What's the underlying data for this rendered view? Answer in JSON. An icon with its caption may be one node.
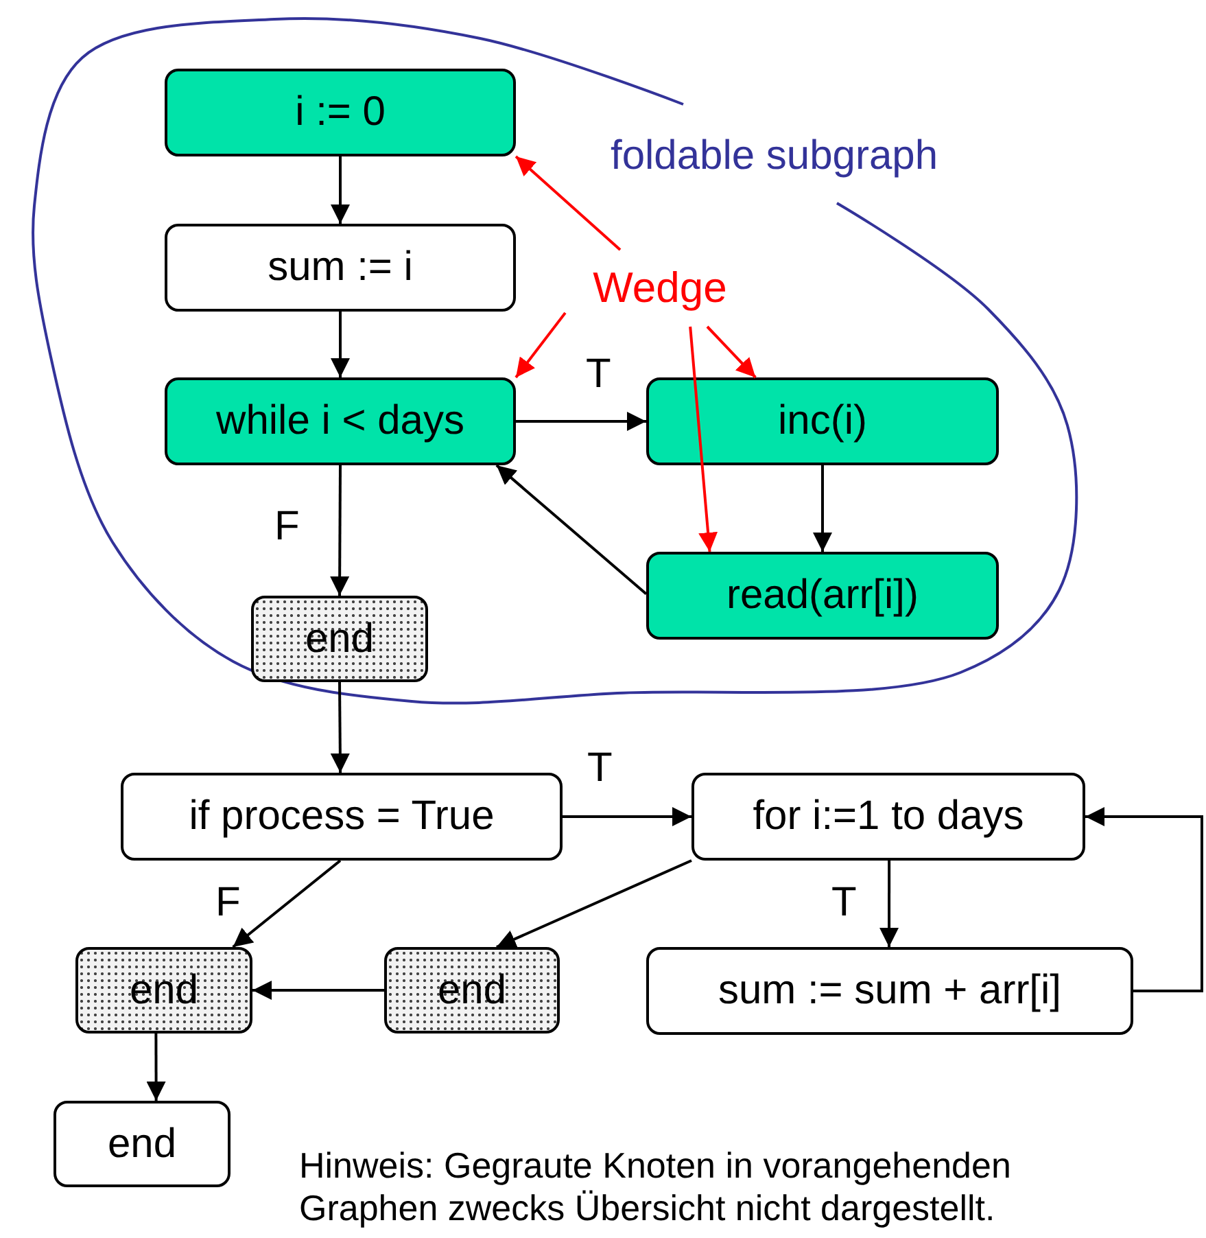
{
  "diagram": {
    "nodes": [
      {
        "text": [
          "foldable subgraph"
        ]
      },
      {
        "text": [
          "i := 0"
        ],
        "in": 0
      },
      {
        "text": [
          "sum := i"
        ],
        "in": 0
      },
      {
        "text": [
          "while i < days"
        ],
        "in": 0
      },
      {
        "text": [
          "inc(i)"
        ],
        "in": 0
      },
      {
        "text": [
          "read(arr[i])"
        ],
        "in": 0
      },
      {
        "text": [
          "end"
        ],
        "in": 0
      },
      {
        "text": [
          "Wedge"
        ],
        "in": 0
      },
      {
        "text": [
          "if process = True"
        ]
      },
      {
        "text": [
          "for i:=1 to days"
        ]
      },
      {
        "text": [
          "end"
        ]
      },
      {
        "text": [
          "end"
        ]
      },
      {
        "text": [
          "sum := sum + arr[i]"
        ]
      },
      {
        "text": [
          "end"
        ]
      }
    ],
    "edges": [
      {
        "from": 1,
        "to": 2,
        "arrow": "to"
      },
      {
        "from": 2,
        "to": 3,
        "arrow": "to"
      },
      {
        "from": 3,
        "to": 4,
        "arrow": "to",
        "label": "T"
      },
      {
        "from": 4,
        "to": 5,
        "arrow": "to"
      },
      {
        "from": 5,
        "to": 3,
        "arrow": "to"
      },
      {
        "from": 3,
        "to": 6,
        "arrow": "to",
        "label": "F"
      },
      {
        "from": 6,
        "to": 8,
        "arrow": "to"
      },
      {
        "from": 8,
        "to": 9,
        "arrow": "to",
        "label": "T"
      },
      {
        "from": 8,
        "to": 11,
        "arrow": "to",
        "label": "F"
      },
      {
        "from": 9,
        "to": 10,
        "arrow": "to"
      },
      {
        "from": 10,
        "to": 11,
        "arrow": "to"
      },
      {
        "from": 9,
        "to": 12,
        "arrow": "to",
        "label": "T"
      },
      {
        "from": 12,
        "to": 9,
        "arrow": "to"
      },
      {
        "from": 11,
        "to": 13,
        "arrow": "to"
      },
      {
        "from": 7,
        "to": 1,
        "arrow": "to",
        "color": "#ff0000"
      },
      {
        "from": 7,
        "to": 3,
        "arrow": "to",
        "color": "#ff0000"
      },
      {
        "from": 7,
        "to": 5,
        "arrow": "to",
        "color": "#ff0000"
      },
      {
        "from": 7,
        "to": 4,
        "arrow": "to",
        "color": "#ff0000"
      }
    ],
    "labels": [
      "Hinweis: Gegraute Knoten in vorangehenden Graphen zwecks Übersicht nicht dargestellt."
    ]
  }
}
